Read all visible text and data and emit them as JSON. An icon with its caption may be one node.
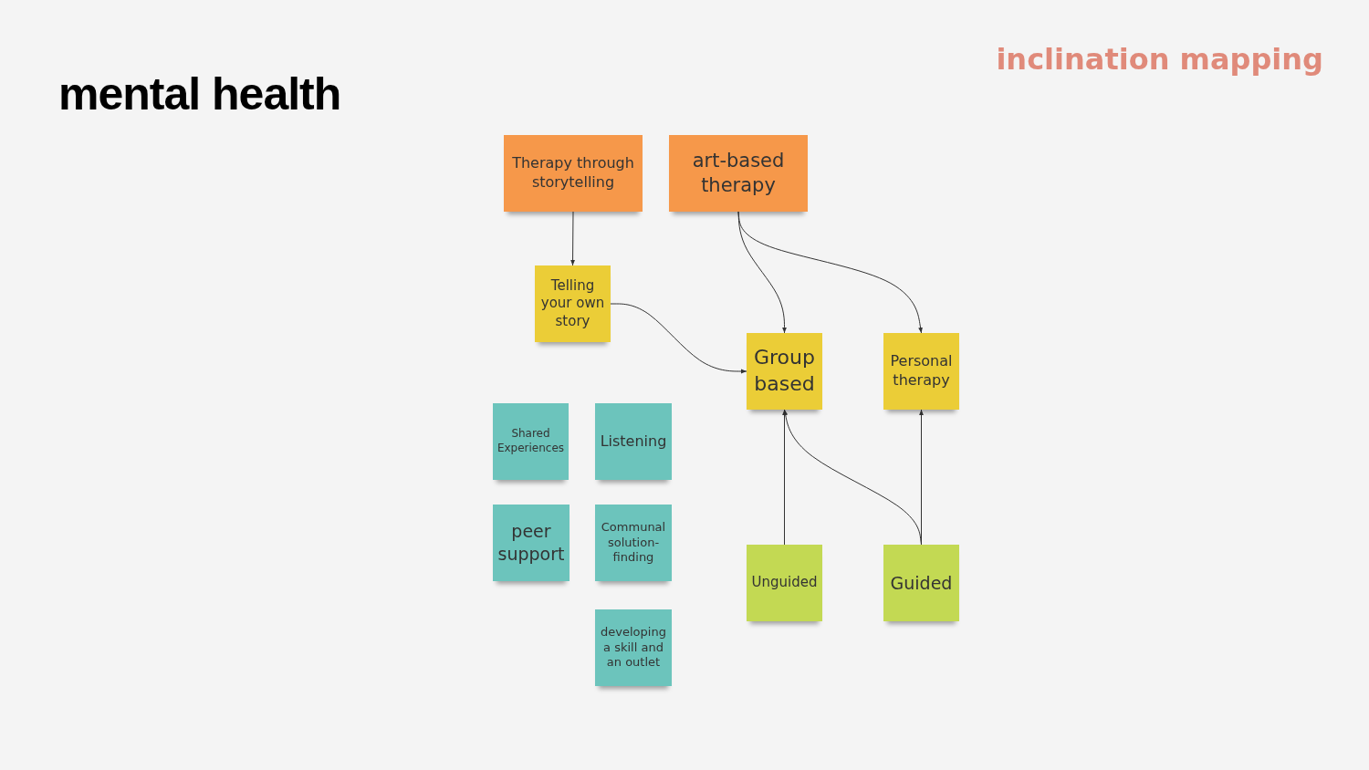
{
  "diagram": {
    "title": "mental health",
    "nodes": [
      {
        "text": [
          "Therapy through storytelling"
        ]
      },
      {
        "text": [
          "art-based therapy"
        ]
      },
      {
        "text": [
          "Telling your own story"
        ]
      },
      {
        "text": [
          "Group based"
        ]
      },
      {
        "text": [
          "Personal therapy"
        ]
      },
      {
        "text": [
          "Shared Experiences"
        ]
      },
      {
        "text": [
          "Listening"
        ]
      },
      {
        "text": [
          "peer support"
        ]
      },
      {
        "text": [
          "Communal solution-finding"
        ]
      },
      {
        "text": [
          "developing a skill and an outlet"
        ]
      },
      {
        "text": [
          "Unguided"
        ]
      },
      {
        "text": [
          "Guided"
        ]
      }
    ],
    "edges": [
      {
        "from": 0,
        "to": 2,
        "arrow": "to"
      },
      {
        "from": 1,
        "to": 3,
        "arrow": "to"
      },
      {
        "from": 1,
        "to": 4,
        "arrow": "to"
      },
      {
        "from": 2,
        "to": 3,
        "arrow": "to"
      },
      {
        "from": 10,
        "to": 3,
        "arrow": "to"
      },
      {
        "from": 11,
        "to": 3,
        "arrow": "to"
      },
      {
        "from": 11,
        "to": 4,
        "arrow": "to"
      }
    ],
    "labels": [
      "inclination mapping"
    ]
  }
}
